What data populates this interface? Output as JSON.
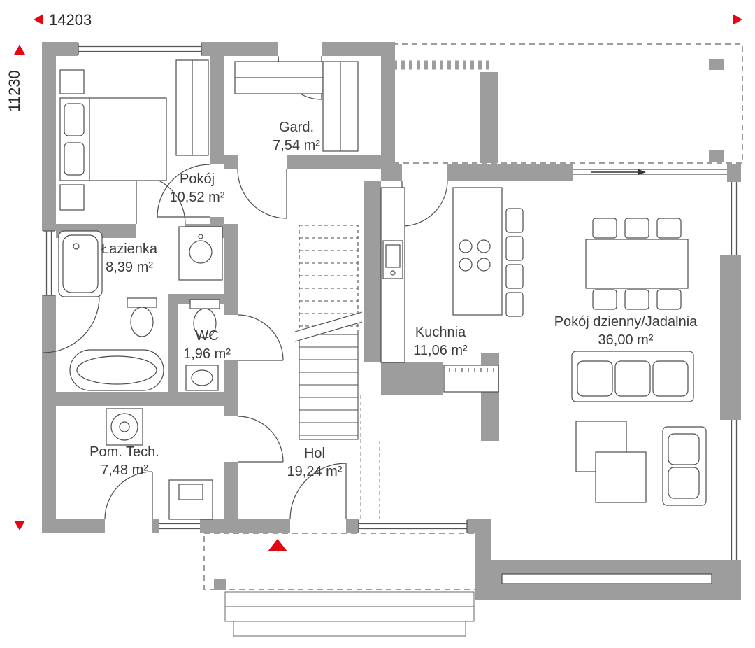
{
  "plan": {
    "dimensions": {
      "width_label": "14203",
      "height_label": "11230"
    },
    "rooms": [
      {
        "name": "Pokój",
        "area": "10,52 m²"
      },
      {
        "name": "Gard.",
        "area": "7,54 m²"
      },
      {
        "name": "Łazienka",
        "area": "8,39 m²"
      },
      {
        "name": "WC",
        "area": "1,96 m²"
      },
      {
        "name": "Pom. Tech.",
        "area": "7,48 m²"
      },
      {
        "name": "Hol",
        "area": "19,24 m²"
      },
      {
        "name": "Kuchnia",
        "area": "11,06 m²"
      },
      {
        "name": "Pokój dzienny/Jadalnia",
        "area": "36,00 m²"
      }
    ],
    "colors": {
      "wall": "#9d9d9d",
      "accent_red": "#e30613",
      "line": "#4d4d4d",
      "text": "#3c3c3c"
    }
  }
}
